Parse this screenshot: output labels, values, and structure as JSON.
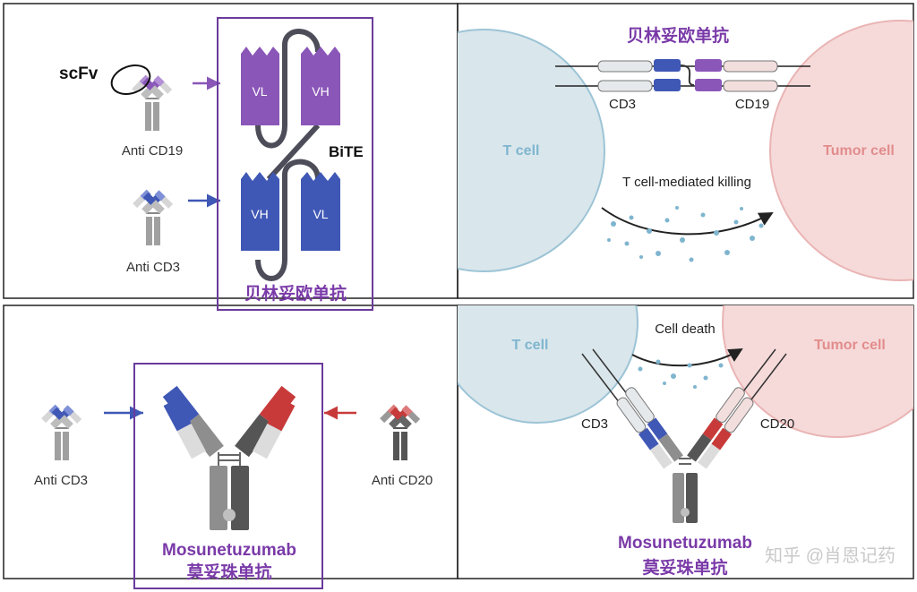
{
  "panel_tl": {
    "scfv_label": "scFv",
    "anti_cd19_label": "Anti CD19",
    "anti_cd3_label": "Anti CD3",
    "vl_top": "VL",
    "vh_top": "VH",
    "vh_bottom": "VH",
    "vl_bottom": "VL",
    "bite_label": "BiTE",
    "drug_name": "贝林妥欧单抗"
  },
  "panel_tr": {
    "title": "贝林妥欧单抗",
    "cd3_label": "CD3",
    "cd19_label": "CD19",
    "t_cell_label": "T cell",
    "tumor_cell_label": "Tumor cell",
    "killing_label": "T cell-mediated killing"
  },
  "panel_bl": {
    "anti_cd3_label": "Anti CD3",
    "anti_cd20_label": "Anti CD20",
    "drug_name_en": "Mosunetuzumab",
    "drug_name_cn": "莫妥珠单抗"
  },
  "panel_br": {
    "t_cell_label": "T cell",
    "tumor_cell_label": "Tumor cell",
    "cell_death_label": "Cell death",
    "cd3_label": "CD3",
    "cd20_label": "CD20",
    "drug_name_en": "Mosunetuzumab",
    "drug_name_cn": "莫妥珠单抗"
  },
  "watermark": "知乎 @肖恩记药",
  "colors": {
    "purple": "#8a56b8",
    "purple_dark": "#6a3a96",
    "blue": "#3f57b5",
    "red": "#c83a3a",
    "gray": "#8e8e8e",
    "dark_gray": "#555555",
    "frame_purple": "#6b3b9c",
    "t_cell_fill": "#d9e6eb",
    "tumor_fill": "#f6dada"
  }
}
